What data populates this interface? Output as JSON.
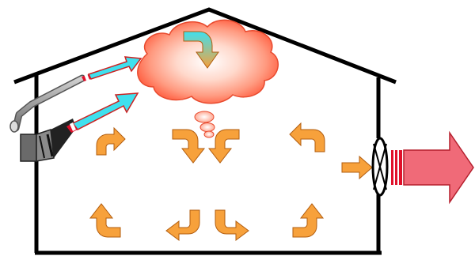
{
  "diagram": {
    "colors": {
      "outline": "#000000",
      "circulation_arrow": "#f7a13b",
      "circulation_arrow_stroke": "#b25d0f",
      "supply_arrow": "#3fe0ee",
      "nozzle_band": "#e0102a",
      "cloud_core": "#ffffff",
      "cloud_mid": "#ff9a80",
      "cloud_edge": "#ff5a3c",
      "exhaust_arrow": "#f06a78",
      "heater_body": "#707070",
      "pipe": "#9a9a9a"
    },
    "icons": [
      "house-outline",
      "heater-unit",
      "gas-pipe",
      "supply-air-arrow",
      "heat-cloud",
      "downdraft-arrow",
      "circulation-arrow",
      "exhaust-fan",
      "exhaust-arrow"
    ]
  }
}
